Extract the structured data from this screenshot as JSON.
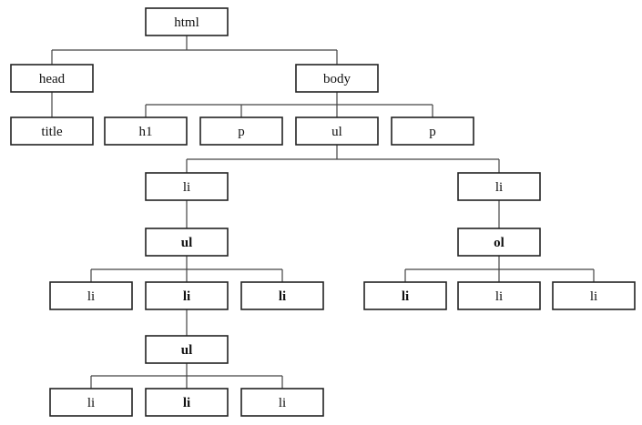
{
  "nodes": [
    {
      "id": "html",
      "label": "html",
      "parent": null,
      "bold": false
    },
    {
      "id": "head",
      "label": "head",
      "parent": "html",
      "bold": false
    },
    {
      "id": "body",
      "label": "body",
      "parent": "html",
      "bold": false
    },
    {
      "id": "title",
      "label": "title",
      "parent": "head",
      "bold": false
    },
    {
      "id": "h1",
      "label": "h1",
      "parent": "body",
      "bold": false
    },
    {
      "id": "p1",
      "label": "p",
      "parent": "body",
      "bold": false
    },
    {
      "id": "ul1",
      "label": "ul",
      "parent": "body",
      "bold": false
    },
    {
      "id": "p2",
      "label": "p",
      "parent": "body",
      "bold": false
    },
    {
      "id": "li_a",
      "label": "li",
      "parent": "ul1",
      "bold": false
    },
    {
      "id": "li_b",
      "label": "li",
      "parent": "ul1",
      "bold": false
    },
    {
      "id": "ul2",
      "label": "ul",
      "parent": "li_a",
      "bold": true
    },
    {
      "id": "ol1",
      "label": "ol",
      "parent": "li_b",
      "bold": true
    },
    {
      "id": "li_c1",
      "label": "li",
      "parent": "ul2",
      "bold": false
    },
    {
      "id": "li_c2",
      "label": "li",
      "parent": "ul2",
      "bold": true
    },
    {
      "id": "li_c3",
      "label": "li",
      "parent": "ul2",
      "bold": true
    },
    {
      "id": "li_d1",
      "label": "li",
      "parent": "ol1",
      "bold": true
    },
    {
      "id": "li_d2",
      "label": "li",
      "parent": "ol1",
      "bold": false
    },
    {
      "id": "li_d3",
      "label": "li",
      "parent": "ol1",
      "bold": false
    },
    {
      "id": "ul3",
      "label": "ul",
      "parent": "li_c2",
      "bold": true
    },
    {
      "id": "li_e1",
      "label": "li",
      "parent": "ul3",
      "bold": false
    },
    {
      "id": "li_e2",
      "label": "li",
      "parent": "ul3",
      "bold": true
    },
    {
      "id": "li_e3",
      "label": "li",
      "parent": "ul3",
      "bold": false
    }
  ]
}
